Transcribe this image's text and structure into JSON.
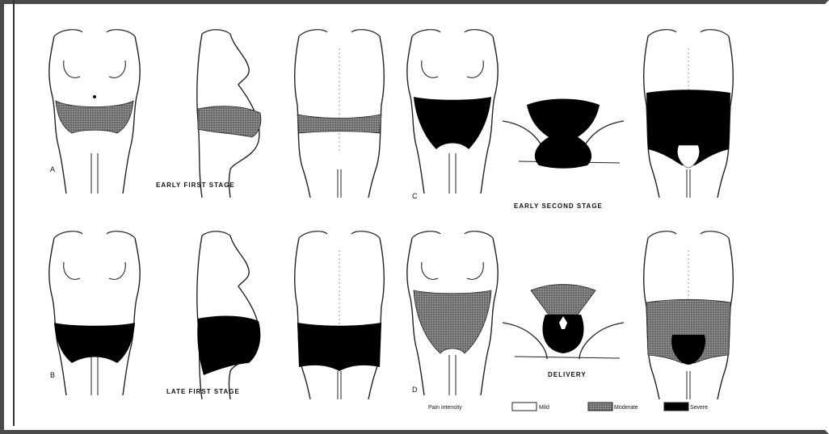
{
  "panels": {
    "A": {
      "letter": "A",
      "caption": "EARLY FIRST STAGE"
    },
    "B": {
      "letter": "B",
      "caption": "LATE FIRST STAGE"
    },
    "C": {
      "letter": "C",
      "caption": "EARLY SECOND STAGE"
    },
    "D": {
      "letter": "D",
      "caption": "DELIVERY"
    }
  },
  "legend": {
    "title": "Pain intensity",
    "items": [
      {
        "label": "Mild",
        "color": "#ffffff"
      },
      {
        "label": "Moderate",
        "color": "#7a7a7a"
      },
      {
        "label": "Severe",
        "color": "#000000"
      }
    ]
  },
  "colors": {
    "mild": "#ffffff",
    "moderate": "#6e6e6e",
    "severe": "#000000"
  }
}
